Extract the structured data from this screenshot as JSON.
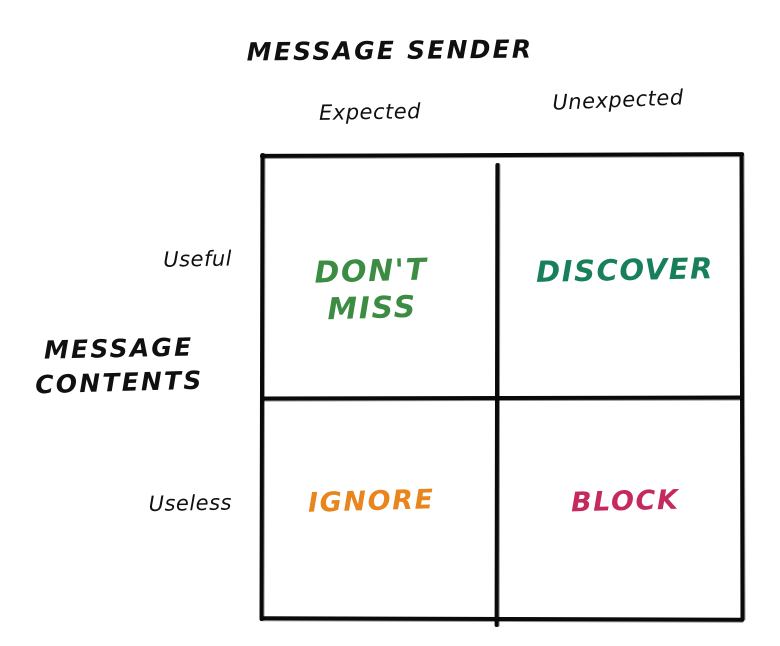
{
  "diagram": {
    "type": "2x2-matrix",
    "x_axis": {
      "title": "MESSAGE SENDER",
      "columns": [
        {
          "key": "expected",
          "label": "Expected"
        },
        {
          "key": "unexpected",
          "label": "Unexpected"
        }
      ]
    },
    "y_axis": {
      "title_line1": "MESSAGE",
      "title_line2": "CONTENTS",
      "rows": [
        {
          "key": "useful",
          "label": "Useful"
        },
        {
          "key": "useless",
          "label": "Useless"
        }
      ]
    },
    "quadrants": [
      {
        "key": "dont-miss",
        "row": "useful",
        "column": "expected",
        "label": "DON'T\nMISS",
        "color": "#3C8C43"
      },
      {
        "key": "discover",
        "row": "useful",
        "column": "unexpected",
        "label": "DISCOVER",
        "color": "#17805A"
      },
      {
        "key": "ignore",
        "row": "useless",
        "column": "expected",
        "label": "IGNORE",
        "color": "#E8851C"
      },
      {
        "key": "block",
        "row": "useless",
        "column": "unexpected",
        "label": "BLOCK",
        "color": "#C42A5E"
      }
    ],
    "colors": {
      "background": "#FFFFFF",
      "stroke": "#0A0A0A",
      "text": "#101010"
    }
  }
}
